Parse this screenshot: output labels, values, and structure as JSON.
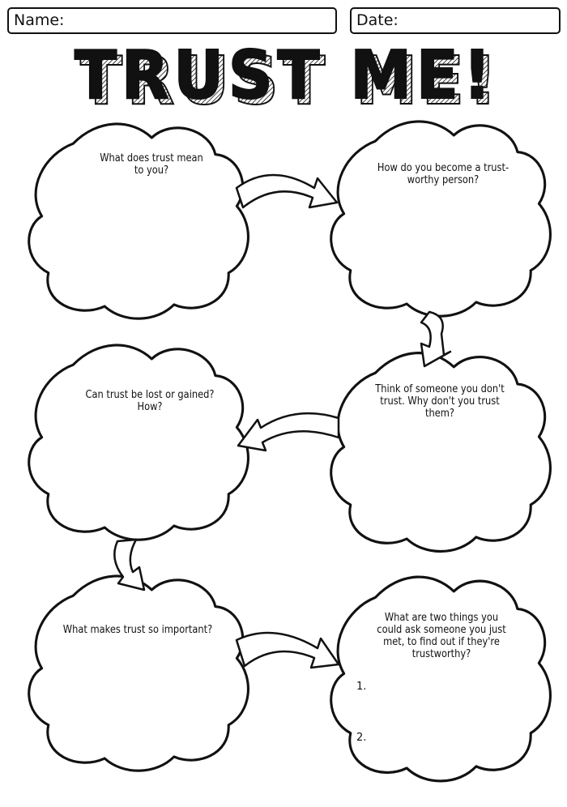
{
  "header": {
    "name_label": "Name:",
    "date_label": "Date:"
  },
  "title": "TRUST ME!",
  "bubbles": [
    {
      "prompt": "What does trust mean\nto you?"
    },
    {
      "prompt": "How do you become a trust-\nworthy person?"
    },
    {
      "prompt": "Can trust be lost or gained?\nHow?"
    },
    {
      "prompt": "Think of someone you don't\ntrust. Why don't you trust\nthem?"
    },
    {
      "prompt": "What makes trust so important?"
    },
    {
      "prompt": "What are two things you\ncould ask someone you just\nmet, to find out if they're\ntrustworthy?"
    }
  ],
  "answer_numbers": [
    "1.",
    "2."
  ],
  "colors": {
    "ink": "#111111",
    "paper": "#ffffff"
  }
}
